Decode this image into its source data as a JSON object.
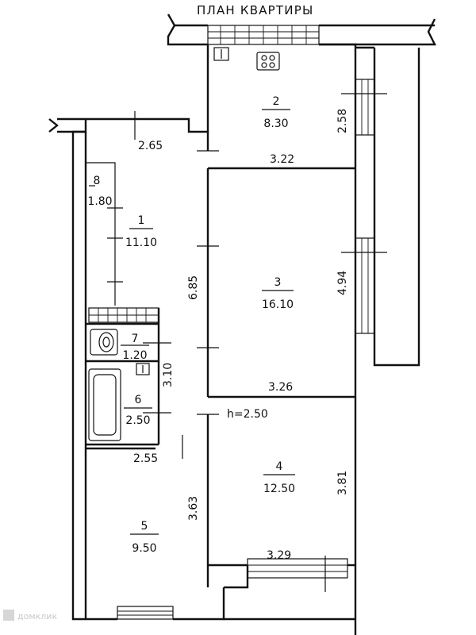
{
  "title": "ПЛАН   КВАРТИРЫ",
  "ceiling_height": "h=2.50",
  "rooms": [
    {
      "number": "1",
      "area": "11.10"
    },
    {
      "number": "2",
      "area": "8.30"
    },
    {
      "number": "3",
      "area": "16.10"
    },
    {
      "number": "4",
      "area": "12.50"
    },
    {
      "number": "5",
      "area": "9.50"
    },
    {
      "number": "6",
      "area": "2.50"
    },
    {
      "number": "7",
      "area": "1.20"
    },
    {
      "number": "8",
      "area": "1.80"
    }
  ],
  "dimensions": {
    "d_2_65": "2.65",
    "d_3_22": "3.22",
    "d_2_58": "2.58",
    "d_6_85": "6.85",
    "d_4_94": "4.94",
    "d_3_10": "3.10",
    "d_3_26": "3.26",
    "d_2_55": "2.55",
    "d_3_81": "3.81",
    "d_3_63": "3.63",
    "d_3_29": "3.29"
  },
  "watermark": "домклик"
}
